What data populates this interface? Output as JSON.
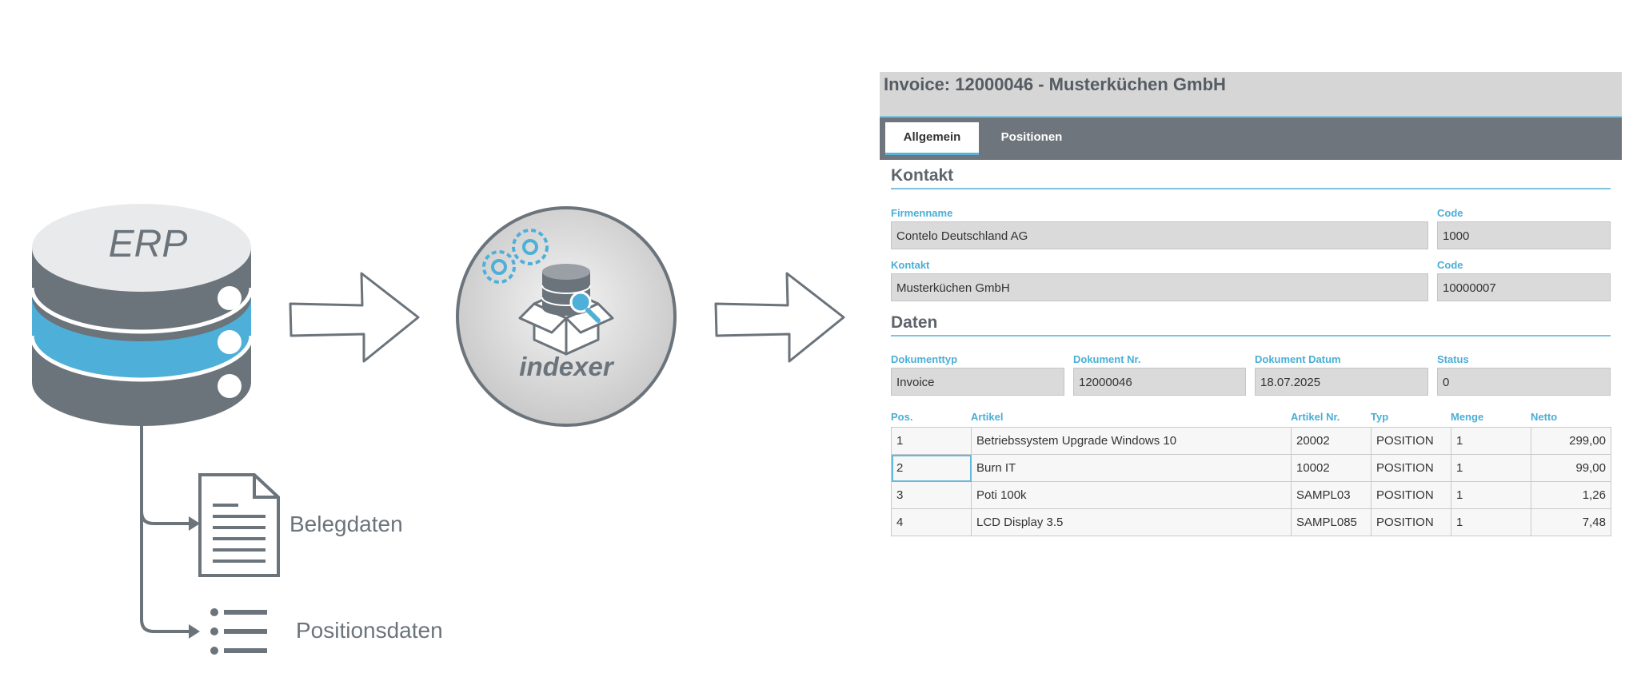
{
  "diagram": {
    "erp_label": "ERP",
    "indexer_label": "indexer",
    "belegdaten_label": "Belegdaten",
    "positionsdaten_label": "Positionsdaten",
    "colors": {
      "gray": "#6b737b",
      "blue": "#4eb0d8",
      "light": "#e9eaeb"
    }
  },
  "invoice": {
    "title": "Invoice: 12000046 - Musterküchen GmbH",
    "tabs": [
      {
        "label": "Allgemein",
        "active": true
      },
      {
        "label": "Positionen",
        "active": false
      }
    ],
    "kontakt": {
      "heading": "Kontakt",
      "firmenname_label": "Firmenname",
      "firmenname_value": "Contelo Deutschland AG",
      "code1_label": "Code",
      "code1_value": "1000",
      "kontakt_label": "Kontakt",
      "kontakt_value": "Musterküchen GmbH",
      "code2_label": "Code",
      "code2_value": "10000007"
    },
    "daten": {
      "heading": "Daten",
      "dokumenttyp_label": "Dokumenttyp",
      "dokumenttyp_value": "Invoice",
      "dokument_nr_label": "Dokument Nr.",
      "dokument_nr_value": "12000046",
      "dokument_datum_label": "Dokument Datum",
      "dokument_datum_value": "18.07.2025",
      "status_label": "Status",
      "status_value": "0"
    },
    "positions": {
      "headers": [
        "Pos.",
        "Artikel",
        "Artikel Nr.",
        "Typ",
        "Menge",
        "Netto"
      ],
      "rows": [
        {
          "pos": "1",
          "artikel": "Betriebssystem Upgrade Windows 10",
          "artikel_nr": "20002",
          "typ": "POSITION",
          "menge": "1",
          "netto": "299,00"
        },
        {
          "pos": "2",
          "artikel": "Burn IT",
          "artikel_nr": "10002",
          "typ": "POSITION",
          "menge": "1",
          "netto": "99,00"
        },
        {
          "pos": "3",
          "artikel": "Poti 100k",
          "artikel_nr": "SAMPL03",
          "typ": "POSITION",
          "menge": "1",
          "netto": "1,26"
        },
        {
          "pos": "4",
          "artikel": "LCD Display 3.5",
          "artikel_nr": "SAMPL085",
          "typ": "POSITION",
          "menge": "1",
          "netto": "7,48"
        }
      ]
    }
  }
}
